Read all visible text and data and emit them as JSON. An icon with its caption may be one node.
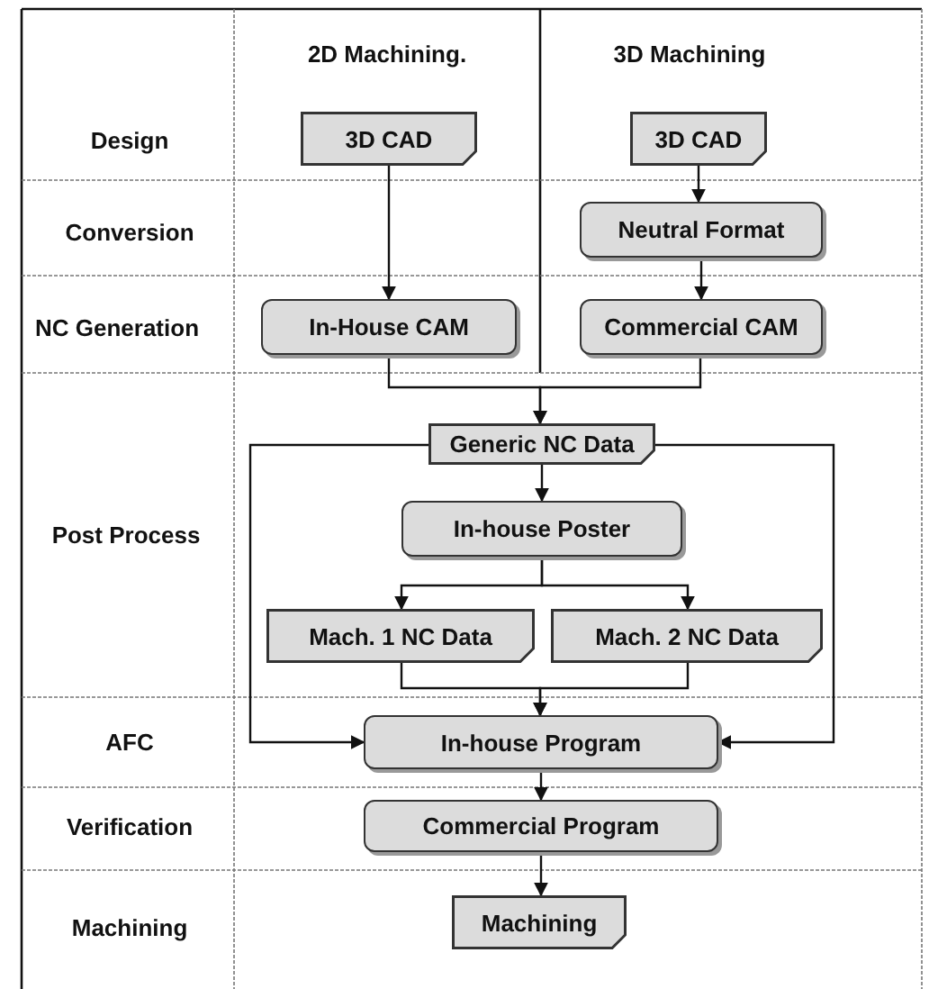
{
  "diagram": {
    "nodes": [
      {
        "text": [
          "3D CAD"
        ]
      },
      {
        "text": [
          "3D CAD"
        ]
      },
      {
        "text": [
          "Neutral Format"
        ]
      },
      {
        "text": [
          "In-House CAM"
        ]
      },
      {
        "text": [
          "Commercial CAM"
        ]
      },
      {
        "text": [
          "Generic NC Data"
        ]
      },
      {
        "text": [
          "In-house Poster"
        ]
      },
      {
        "text": [
          "Mach. 1 NC Data"
        ]
      },
      {
        "text": [
          "Mach. 2 NC Data"
        ]
      },
      {
        "text": [
          "In-house Program"
        ]
      },
      {
        "text": [
          "Commercial Program"
        ]
      },
      {
        "text": [
          "Machining"
        ]
      }
    ],
    "edges": [
      {
        "from": 0,
        "to": 3,
        "arrow": "to"
      },
      {
        "from": 1,
        "to": 2,
        "arrow": "to"
      },
      {
        "from": 2,
        "to": 4,
        "arrow": "to"
      },
      {
        "from": 3,
        "to": 5,
        "arrow": "to"
      },
      {
        "from": 4,
        "to": 5,
        "arrow": "to"
      },
      {
        "from": 5,
        "to": 6,
        "arrow": "to"
      },
      {
        "from": 5,
        "to": 9,
        "arrow": "to"
      },
      {
        "from": 5,
        "to": 9,
        "arrow": "to"
      },
      {
        "from": 6,
        "to": 7,
        "arrow": "to"
      },
      {
        "from": 6,
        "to": 8,
        "arrow": "to"
      },
      {
        "from": 7,
        "to": 9,
        "arrow": "to"
      },
      {
        "from": 8,
        "to": 9,
        "arrow": "to"
      },
      {
        "from": 9,
        "to": 10,
        "arrow": "to"
      },
      {
        "from": 10,
        "to": 11,
        "arrow": "to"
      }
    ],
    "labels": [
      "2D Machining.",
      "3D Machining",
      "Design",
      "Conversion",
      "NC Generation",
      "Post Process",
      "AFC",
      "Verification",
      "Machining"
    ]
  }
}
